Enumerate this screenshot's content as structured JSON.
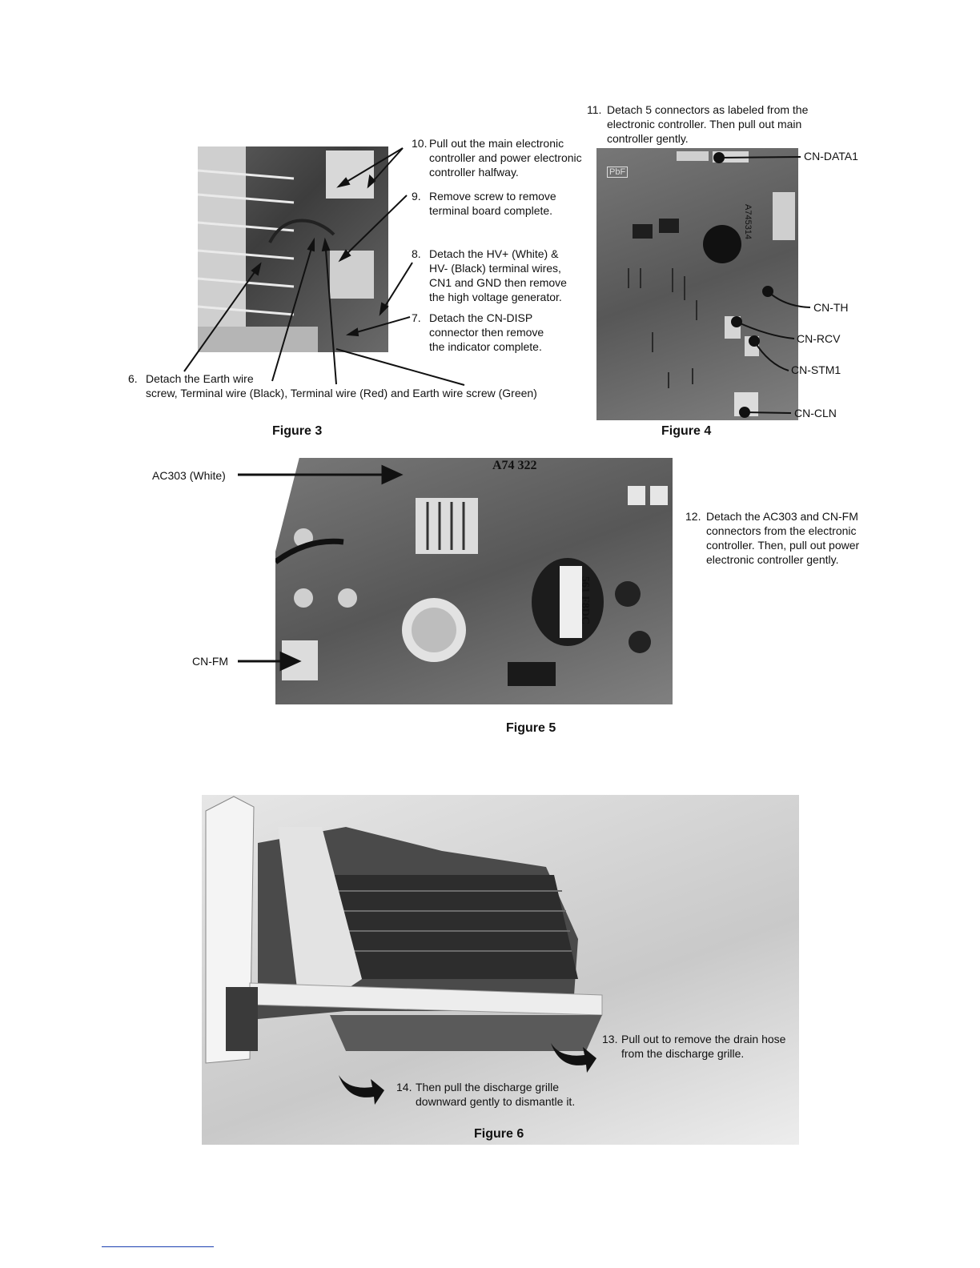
{
  "figure3": {
    "caption": "Figure 3",
    "steps": [
      {
        "num": "10.",
        "text": "Pull out the main electronic controller and power electronic controller halfway."
      },
      {
        "num": "9.",
        "text": "Remove screw to remove terminal board complete."
      },
      {
        "num": "8.",
        "text": "Detach the HV+ (White) & HV- (Black) terminal wires, CN1 and GND then remove the high voltage generator."
      },
      {
        "num": "7.",
        "text": "Detach the CN-DISP connector then remove the indicator complete."
      },
      {
        "num": "6.",
        "line1": "Detach the Earth wire",
        "line2": "screw, Terminal wire (Black), Terminal wire (Red) and Earth wire screw (Green)"
      }
    ]
  },
  "figure4": {
    "caption": "Figure 4",
    "step": {
      "num": "11.",
      "text": "Detach 5 connectors as labeled from the electronic controller. Then pull out main controller gently."
    },
    "connectors": [
      "CN-DATA1",
      "CN-TH",
      "CN-RCV",
      "CN-STM1",
      "CN-CLN"
    ],
    "board_marks": [
      "PbF",
      "A745314"
    ]
  },
  "figure5": {
    "caption": "Figure 5",
    "step": {
      "num": "12.",
      "text": "Detach the AC303 and CN-FM connectors from the electronic controller. Then, pull out power electronic controller gently."
    },
    "labels": [
      "AC303 (White)",
      "CN-FM"
    ],
    "board_marks": [
      "A74 322",
      "561 F8DC"
    ]
  },
  "figure6": {
    "caption": "Figure 6",
    "steps": [
      {
        "num": "13.",
        "text": "Pull out to remove the drain hose from the discharge grille."
      },
      {
        "num": "14.",
        "text": "Then pull the discharge grille downward gently to dismantle it."
      }
    ]
  }
}
